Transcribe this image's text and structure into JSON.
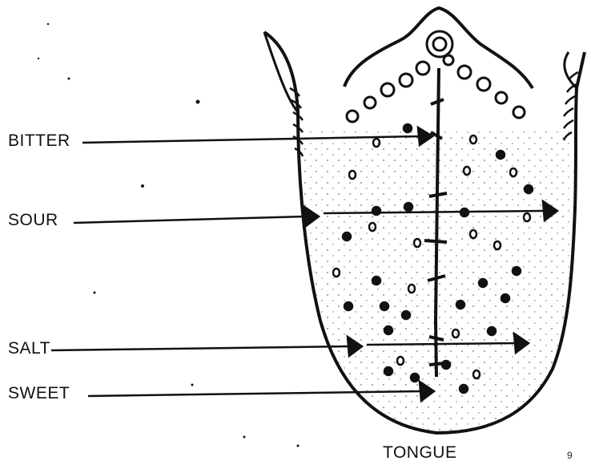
{
  "diagram": {
    "caption": "TONGUE",
    "page_number": "9",
    "taste_labels": [
      {
        "key": "bitter",
        "text": "BITTER"
      },
      {
        "key": "sour",
        "text": "SOUR"
      },
      {
        "key": "salt",
        "text": "SALT"
      },
      {
        "key": "sweet",
        "text": "SWEET"
      }
    ]
  }
}
